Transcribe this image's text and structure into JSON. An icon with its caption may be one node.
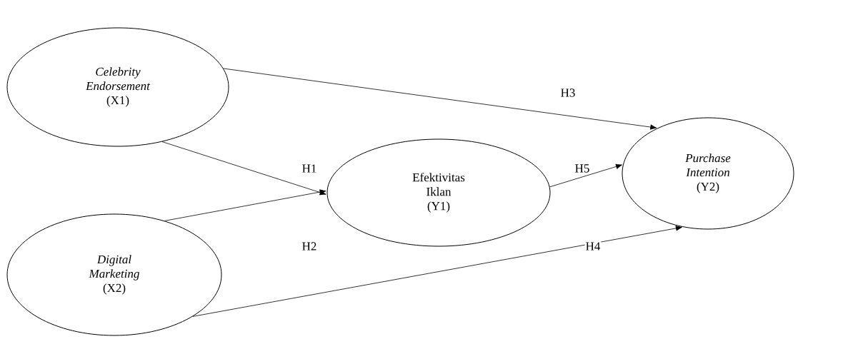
{
  "diagram": {
    "nodes": [
      {
        "text": [
          "Celebrity Endorsement",
          "(X1)"
        ]
      },
      {
        "text": [
          "Digital Marketing",
          "(X2)"
        ]
      },
      {
        "text": [
          "Efektivitas Iklan",
          "(Y1)"
        ]
      },
      {
        "text": [
          "Purchase Intention",
          "(Y2)"
        ]
      }
    ],
    "edges": [
      {
        "from": 0,
        "to": 3,
        "arrow": "to",
        "label": "H3"
      },
      {
        "from": 0,
        "to": 2,
        "arrow": "to",
        "label": "H1"
      },
      {
        "from": 1,
        "to": 2,
        "arrow": "to",
        "label": "H2"
      },
      {
        "from": 1,
        "to": 3,
        "arrow": "to",
        "label": "H4"
      },
      {
        "from": 2,
        "to": 3,
        "arrow": "to",
        "label": "H5"
      }
    ]
  }
}
